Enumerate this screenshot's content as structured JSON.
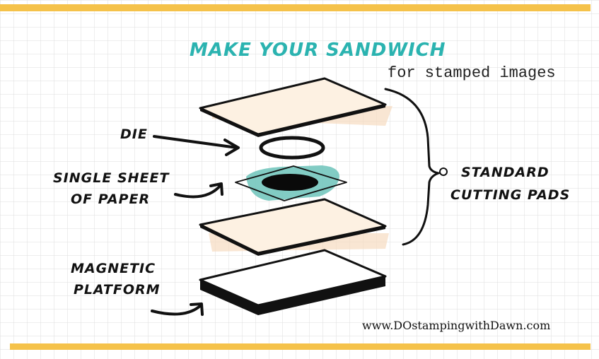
{
  "title": "MAKE YOUR SANDWICH",
  "subtitle": "for stamped images",
  "labels": {
    "die": "DIE",
    "paper_line1": "SINGLE SHEET",
    "paper_line2": "OF PAPER",
    "pads_line1": "STANDARD",
    "pads_line2": "CUTTING PADS",
    "platform_line1": "MAGNETIC",
    "platform_line2": "PLATFORM"
  },
  "website": "www.DOstampingwithDawn.com",
  "colors": {
    "title": "#2bb3b0",
    "accent_bar": "#f5c24a",
    "pad_fill": "#fdf1e2",
    "pad_shadow": "#f6dcc0",
    "paper_teal": "#6cc3ba",
    "grid_line": "#dcdcdc",
    "ink": "#111111"
  }
}
